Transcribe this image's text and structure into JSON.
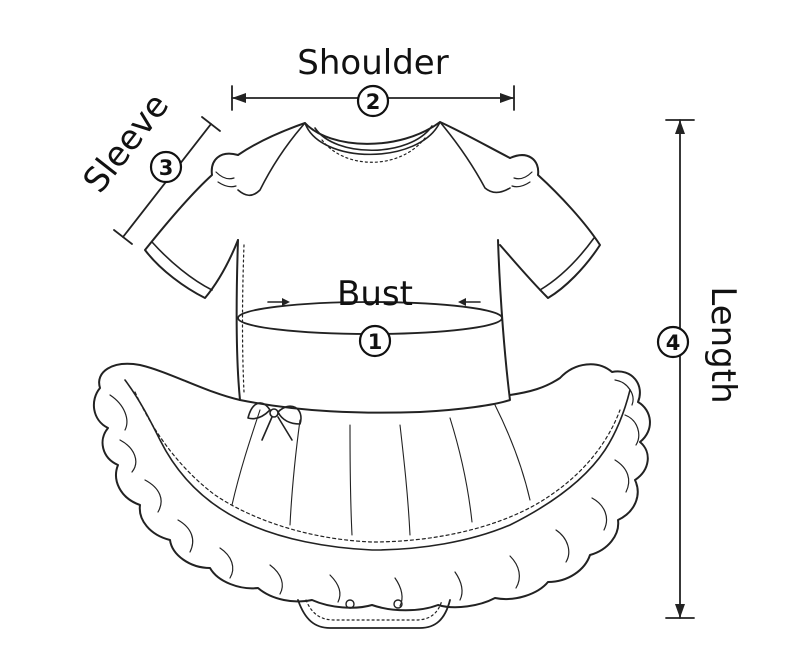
{
  "labels": {
    "shoulder": "Shoulder",
    "sleeve": "Sleeve",
    "bust": "Bust",
    "length": "Length"
  },
  "markers": {
    "bust": "1",
    "shoulder": "2",
    "sleeve": "3",
    "length": "4"
  },
  "colors": {
    "ink": "#222222",
    "background": "#ffffff"
  }
}
